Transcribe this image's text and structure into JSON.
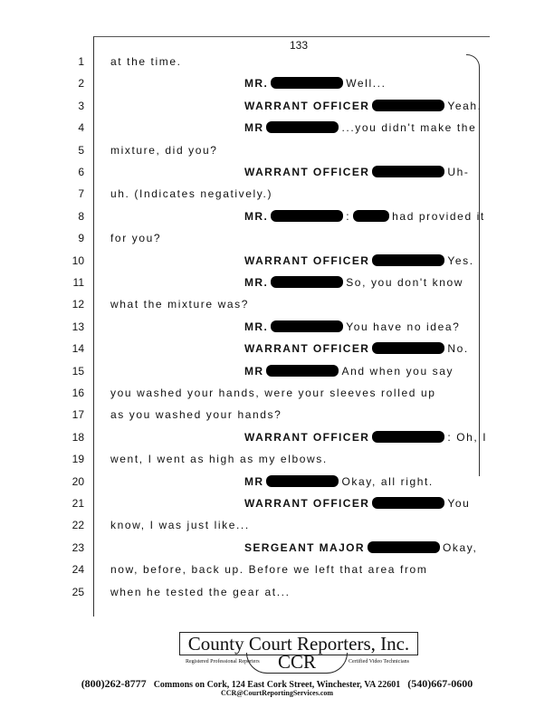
{
  "page_number": "133",
  "redaction_color": "#000000",
  "lines": [
    {
      "n": "1",
      "text": "at the time."
    },
    {
      "n": "2",
      "speaker": "MR.",
      "after": "Well..."
    },
    {
      "n": "3",
      "speaker": "WARRANT OFFICER",
      "after": "Yeah."
    },
    {
      "n": "4",
      "speaker": "MR",
      "after": "...you didn't make the"
    },
    {
      "n": "5",
      "text": "mixture, did you?"
    },
    {
      "n": "6",
      "speaker": "WARRANT OFFICER",
      "after": "Uh-"
    },
    {
      "n": "7",
      "text": "uh. (Indicates negatively.)"
    },
    {
      "n": "8",
      "speaker": "MR.",
      "after": ":",
      "second_redaction": true,
      "after2": "had provided it"
    },
    {
      "n": "9",
      "text": "for you?"
    },
    {
      "n": "10",
      "speaker": "WARRANT OFFICER",
      "after": "Yes."
    },
    {
      "n": "11",
      "speaker": "MR.",
      "after": "So, you don't know"
    },
    {
      "n": "12",
      "text": "what the mixture was?"
    },
    {
      "n": "13",
      "speaker": "MR.",
      "after": "You have no idea?"
    },
    {
      "n": "14",
      "speaker": "WARRANT OFFICER",
      "after": "No."
    },
    {
      "n": "15",
      "speaker": "MR",
      "after": "And when you say"
    },
    {
      "n": "16",
      "text": "you washed your hands, were your sleeves rolled up"
    },
    {
      "n": "17",
      "text": "as you washed your hands?"
    },
    {
      "n": "18",
      "speaker": "WARRANT OFFICER",
      "after": ": Oh, I"
    },
    {
      "n": "19",
      "text": "went, I went as high as my elbows."
    },
    {
      "n": "20",
      "speaker": "MR",
      "after": "Okay, all right."
    },
    {
      "n": "21",
      "speaker": "WARRANT OFFICER",
      "after": "You"
    },
    {
      "n": "22",
      "text": "know, I was just like..."
    },
    {
      "n": "23",
      "speaker": "SERGEANT MAJOR",
      "after": "Okay,"
    },
    {
      "n": "24",
      "text": "now, before, back up. Before we left that area from"
    },
    {
      "n": "25",
      "text": "when he tested the gear at..."
    }
  ],
  "footer": {
    "company": "County Court Reporters, Inc.",
    "monogram": "CCR",
    "left_tag": "Registered Professional Reporters",
    "right_tag": "Certified Video Technicians",
    "phone_left": "(800)262-8777",
    "address": "Commons on Cork, 124 East Cork Street, Winchester, VA 22601",
    "phone_right": "(540)667-0600",
    "email": "CCR@CourtReportingServices.com"
  }
}
